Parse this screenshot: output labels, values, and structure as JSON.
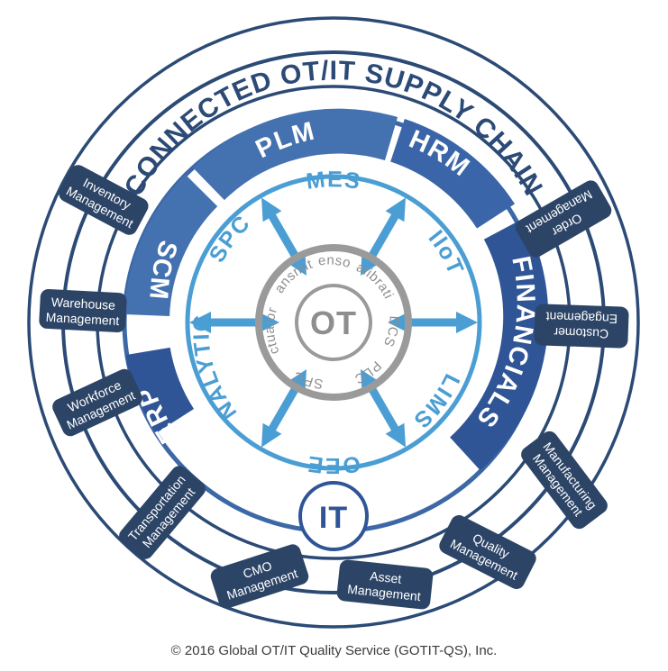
{
  "diagram": {
    "title": "CONNECTED OT/IT SUPPLY CHAIN",
    "core": {
      "label": "OT",
      "ring_items": [
        "Transmitter",
        "Sensors",
        "Calibration",
        "DCS",
        "PLC",
        "SPC",
        "Actuators"
      ]
    },
    "it_node": {
      "label": "IT"
    },
    "middle_ring": {
      "items": [
        "MES",
        "IIoT",
        "LIMS",
        "OEE",
        "ANALYTICS",
        "SPC"
      ],
      "arrow_count": 6,
      "color": "#4a9ed4"
    },
    "inner_ring_segments": [
      {
        "label": "PLM",
        "color": "#4472b0"
      },
      {
        "label": "HRM",
        "color": "#3a65a8"
      },
      {
        "label": "FINANCIALS",
        "color": "#2f5596"
      },
      {
        "label": "ERP",
        "color": "#2f5596"
      },
      {
        "label": "SCM",
        "color": "#4472b0"
      }
    ],
    "outer_boxes": [
      {
        "label_line1": "Inventory",
        "label_line2": "Management"
      },
      {
        "label_line1": "Warehouse",
        "label_line2": "Management"
      },
      {
        "label_line1": "Workforce",
        "label_line2": "Management"
      },
      {
        "label_line1": "Transportation",
        "label_line2": "Management"
      },
      {
        "label_line1": "CMO",
        "label_line2": "Management"
      },
      {
        "label_line1": "Asset",
        "label_line2": "Management"
      },
      {
        "label_line1": "Quality",
        "label_line2": "Management"
      },
      {
        "label_line1": "Manufacturing",
        "label_line2": "Management"
      },
      {
        "label_line1": "Customer",
        "label_line2": "Engagement"
      },
      {
        "label_line1": "Order",
        "label_line2": "Management"
      }
    ],
    "colors": {
      "navy": "#2b4a75",
      "box_fill": "#2c4466",
      "mid_blue": "#4472b0",
      "dark_blue": "#2f5596",
      "light_blue": "#4a9ed4",
      "grey": "#9a9a9a"
    }
  },
  "footer": {
    "copyright": "© 2016 Global OT/IT Quality Service (GOTIT-QS), Inc."
  }
}
